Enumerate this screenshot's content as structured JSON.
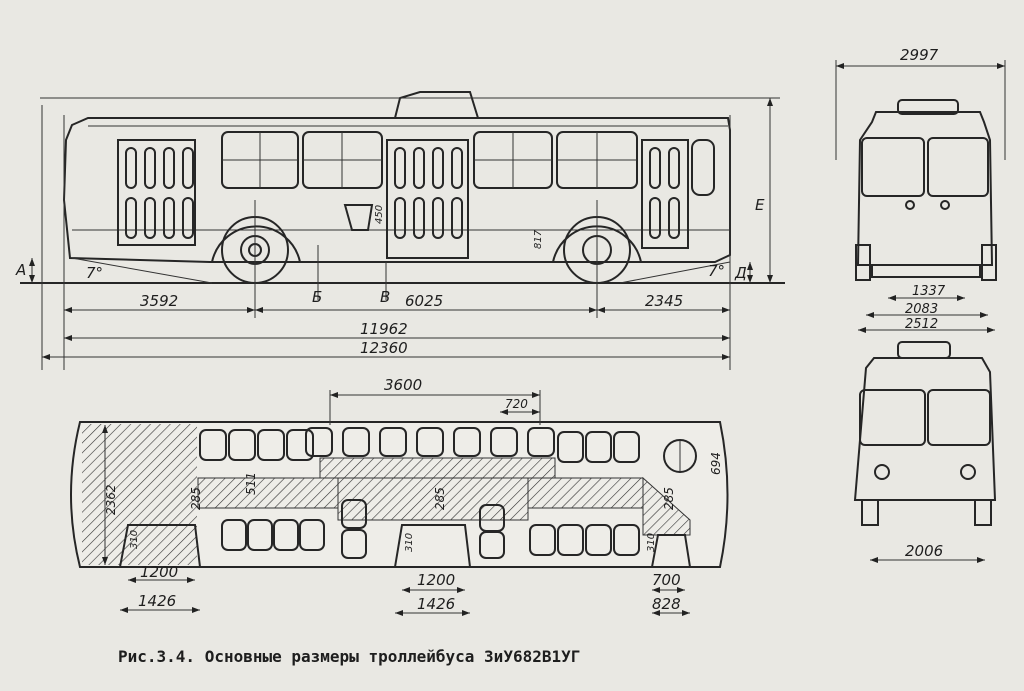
{
  "caption": "Рис.3.4. Основные размеры троллейбуса ЗиУ682В1УГ",
  "side_view": {
    "labels": {
      "A": "А",
      "B": "Б",
      "V": "В",
      "D": "Д",
      "E": "Е",
      "angle_front": "7°",
      "angle_rear": "7°",
      "step": "450",
      "floor": "817"
    },
    "dims": {
      "front_overhang": "3592",
      "wheelbase": "6025",
      "rear_overhang": "2345",
      "body_length": "11962",
      "overall_length": "12360"
    }
  },
  "front_view": {
    "dims": {
      "overall_width": "2997",
      "track_inner": "1337",
      "track": "2083",
      "body_width": "2512"
    }
  },
  "rear_view": {
    "dims": {
      "track": "2006"
    }
  },
  "plan_view": {
    "dims": {
      "seat_span": "3600",
      "seat_pitch": "720",
      "inner_width": "2362",
      "aisle_front": "285",
      "aisle_mid": "511",
      "aisle_center": "285",
      "cabin": "694",
      "aisle_rear": "285",
      "step_front": "310",
      "step_mid": "310",
      "step_rear": "310",
      "door_front_clear": "1200",
      "door_front": "1426",
      "door_mid_clear": "1200",
      "door_mid": "1426",
      "door_rear_clear": "700",
      "door_rear": "828"
    }
  },
  "colors": {
    "paper": "#e9e8e3",
    "ink": "#262626"
  }
}
